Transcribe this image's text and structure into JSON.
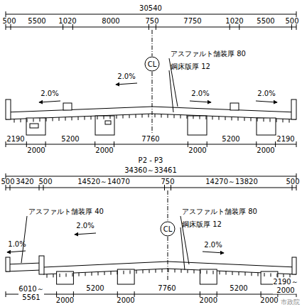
{
  "diagram": {
    "nodes": [
      {
        "text": [
          "CL"
        ]
      },
      {
        "text": [
          "CL"
        ]
      }
    ],
    "labels": [
      "30540",
      "500",
      "5500",
      "1020",
      "8000",
      "750",
      "7750",
      "1020",
      "5500",
      "500",
      "アスファルト舗装厚 80",
      "鋼床版厚 12",
      "2.0%",
      "2.0%",
      "2.0%",
      "2.0%",
      "2190",
      "5200",
      "7760",
      "5200",
      "2190",
      "2000",
      "2000",
      "2000",
      "2000",
      "P2 - P3",
      "34360～33461",
      "500",
      "3420",
      "500",
      "14520～14070",
      "750",
      "14270～13820",
      "500",
      "アスファルト舗装厚 40",
      "アスファルト舗装厚 80",
      "鋼床版厚 12",
      "1.0%",
      "2.0%",
      "2.0%",
      "6010～ 5561",
      "5200",
      "7760",
      "5200",
      "2190～ 2000",
      "2000",
      "2000",
      "2000",
      "2000",
      "市政院"
    ]
  }
}
